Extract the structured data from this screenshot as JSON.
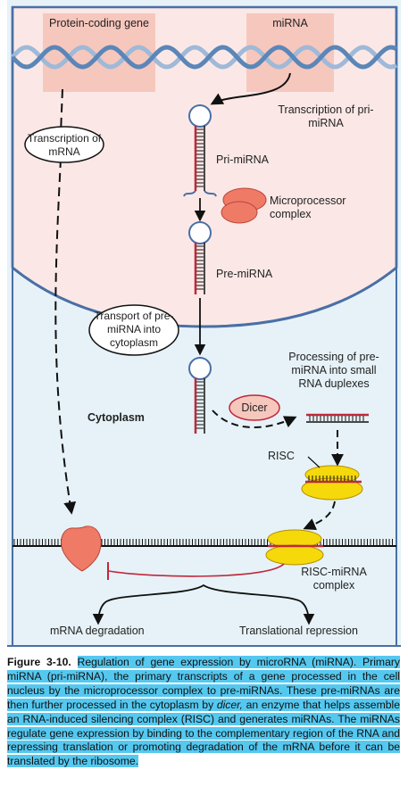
{
  "diagram": {
    "genes": {
      "protein_coding": "Protein-coding gene",
      "mirna": "miRNA"
    },
    "labels": {
      "transcription_mrna": "Transcription of mRNA",
      "transcription_pri": "Transcription of pri-miRNA",
      "pri_mirna": "Pri-miRNA",
      "microprocessor": "Microprocessor complex",
      "pre_mirna": "Pre-miRNA",
      "transport": "Transport of pre-miRNA into cytoplasm",
      "processing": "Processing of pre-miRNA into small RNA duplexes",
      "dicer": "Dicer",
      "cytoplasm": "Cytoplasm",
      "risc": "RISC",
      "risc_mirna": "RISC-miRNA complex",
      "mrna_degradation": "mRNA degradation",
      "translational_repression": "Translational repression"
    },
    "colors": {
      "nucleus_fill": "#fbe8e6",
      "cytoplasm_fill": "#e6f2f8",
      "membrane": "#4a6fa5",
      "gene_box": "#f6c7bd",
      "dna": "#5b86b8",
      "rna_red": "#c0283a",
      "enzyme": "#ef7a66",
      "risc_yellow": "#f5d90a"
    }
  },
  "caption": {
    "figure_label": "Figure 3-10.",
    "text_1": "Regulation of gene expression by microRNA (miRNA). Primary miRNA (pri-miRNA), the primary transcripts of a gene processed in the cell nucleus by the microprocessor complex to pre-miRNAs. These pre-miRNAs are then further processed in the cytoplasm by ",
    "dicer_word": "dicer,",
    "text_2": " an enzyme that helps assemble an RNA-induced silencing complex (RISC) and generates miRNAs. The miRNAs regulate gene expression by binding to the complementary region of the RNA and repressing translation or promoting degradation of the mRNA before it can be translated by the ribosome."
  }
}
